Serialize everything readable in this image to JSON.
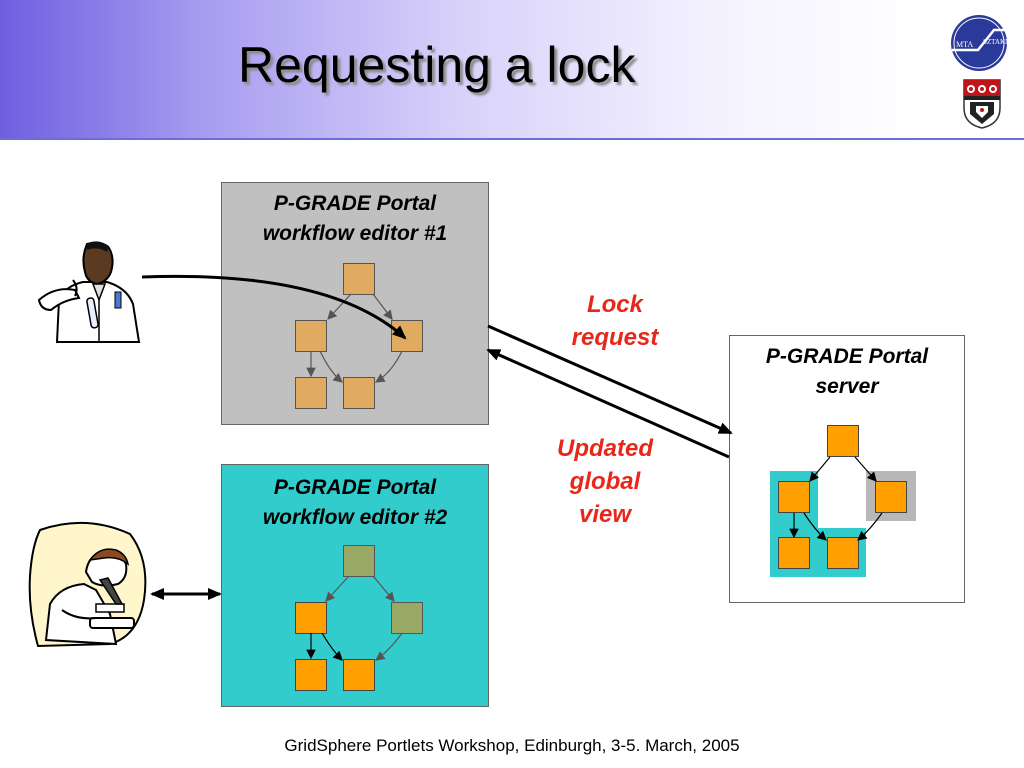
{
  "slide": {
    "title": "Requesting a lock",
    "footer": "GridSphere Portlets Workshop, Edinburgh, 3-5. March, 2005"
  },
  "logos": {
    "top": {
      "text_left": "MTA",
      "text_right": "SZTAKI"
    },
    "shield": "university-crest"
  },
  "boxes": {
    "editor1": {
      "title_line1": "P-GRADE Portal",
      "title_line2": "workflow editor #1"
    },
    "editor2": {
      "title_line1": "P-GRADE Portal",
      "title_line2": "workflow editor #2"
    },
    "server": {
      "title_line1": "P-GRADE Portal",
      "title_line2": "server"
    }
  },
  "labels": {
    "lock_request": [
      "Lock",
      "request"
    ],
    "updated_view": [
      "Updated",
      "global",
      "view"
    ]
  },
  "colors": {
    "label_red": "#e8261a",
    "editor1_bg": "#c0c0c0",
    "editor2_bg": "#33cccc",
    "node_orange": "#ff9f00",
    "node_tan": "#e0aa60",
    "node_olive": "#9aaa66"
  }
}
